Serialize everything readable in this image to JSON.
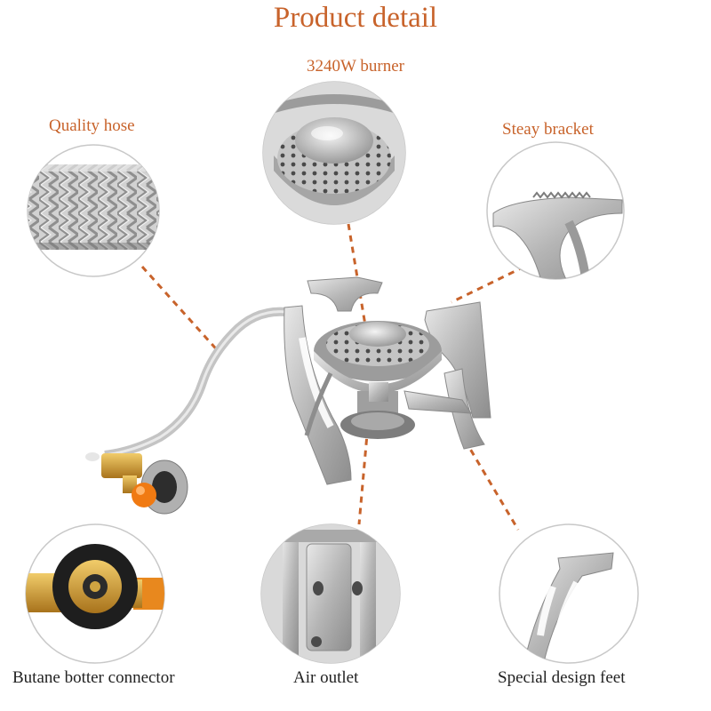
{
  "title": "Product detail",
  "labels": {
    "burner": "3240W burner",
    "hose": "Quality hose",
    "bracket": "Steay bracket",
    "butane": "Butane botter connector",
    "air": "Air outlet",
    "feet": "Special design feet"
  },
  "colors": {
    "accent": "#c8632b",
    "dark_text": "#222222",
    "metal": "#b9b9b9",
    "brass": "#c9962e",
    "orange_knob": "#f07a12"
  }
}
